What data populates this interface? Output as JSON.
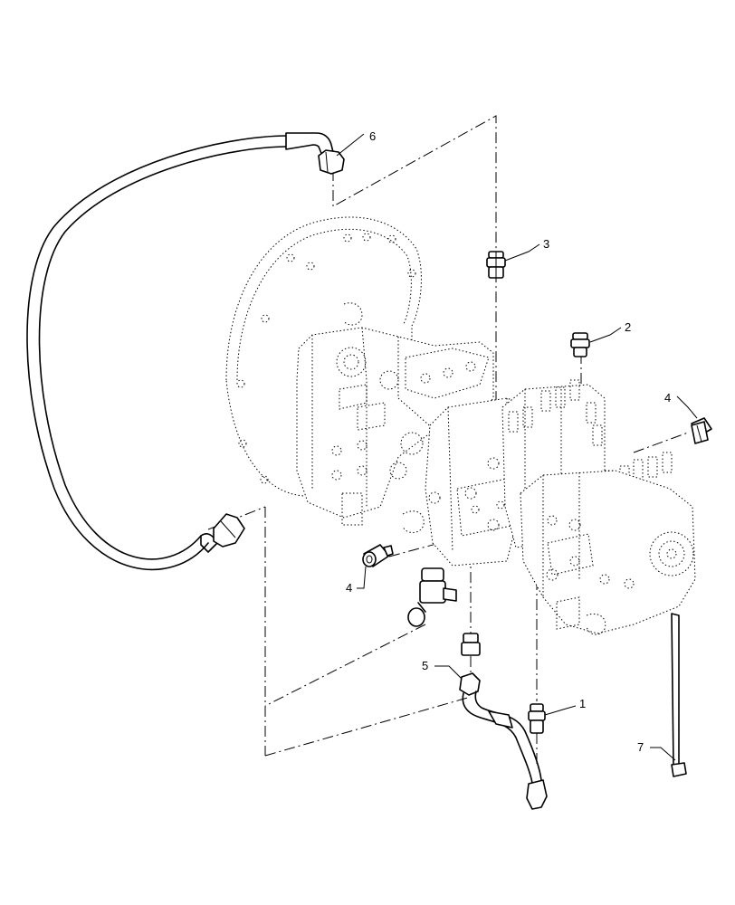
{
  "callouts": [
    {
      "id": "c1",
      "label": "1"
    },
    {
      "id": "c2",
      "label": "2"
    },
    {
      "id": "c3",
      "label": "3"
    },
    {
      "id": "c4a",
      "label": "4"
    },
    {
      "id": "c4b",
      "label": "4"
    },
    {
      "id": "c5",
      "label": "5"
    },
    {
      "id": "c6",
      "label": "6"
    },
    {
      "id": "c7",
      "label": "7"
    }
  ],
  "colors": {
    "line": "#000000",
    "background": "#ffffff"
  }
}
